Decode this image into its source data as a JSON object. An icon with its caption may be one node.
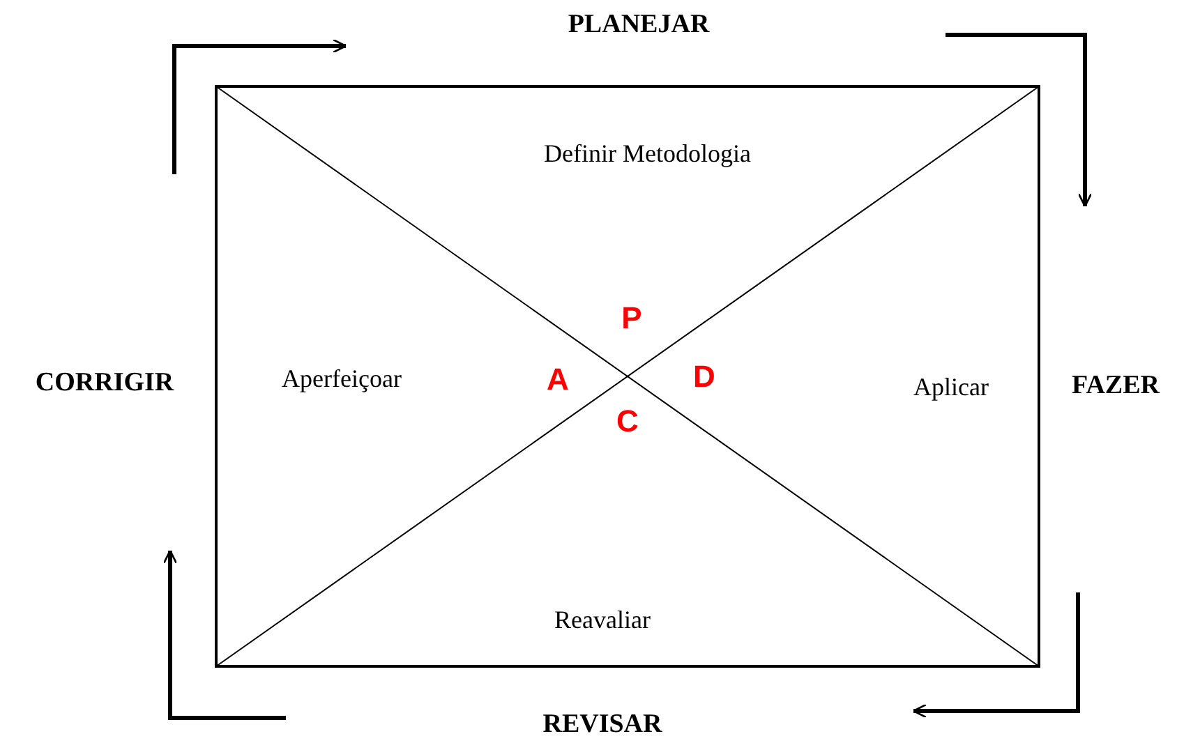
{
  "diagram": {
    "labels": [
      "PLANEJAR",
      "Definir Metodologia",
      "P",
      "CORRIGIR",
      "Aperfeiçoar",
      "A",
      "D",
      "Aplicar",
      "FAZER",
      "C",
      "Reavaliar",
      "REVISAR"
    ]
  }
}
